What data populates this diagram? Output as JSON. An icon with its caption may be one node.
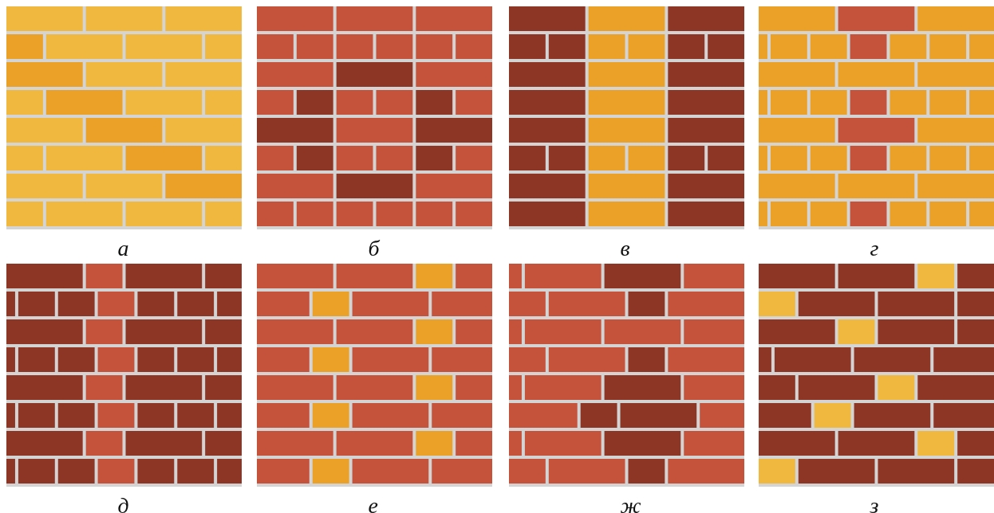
{
  "diagram": {
    "labels": [
      "а",
      "б",
      "в",
      "г",
      "д",
      "е",
      "ж",
      "з"
    ]
  }
}
